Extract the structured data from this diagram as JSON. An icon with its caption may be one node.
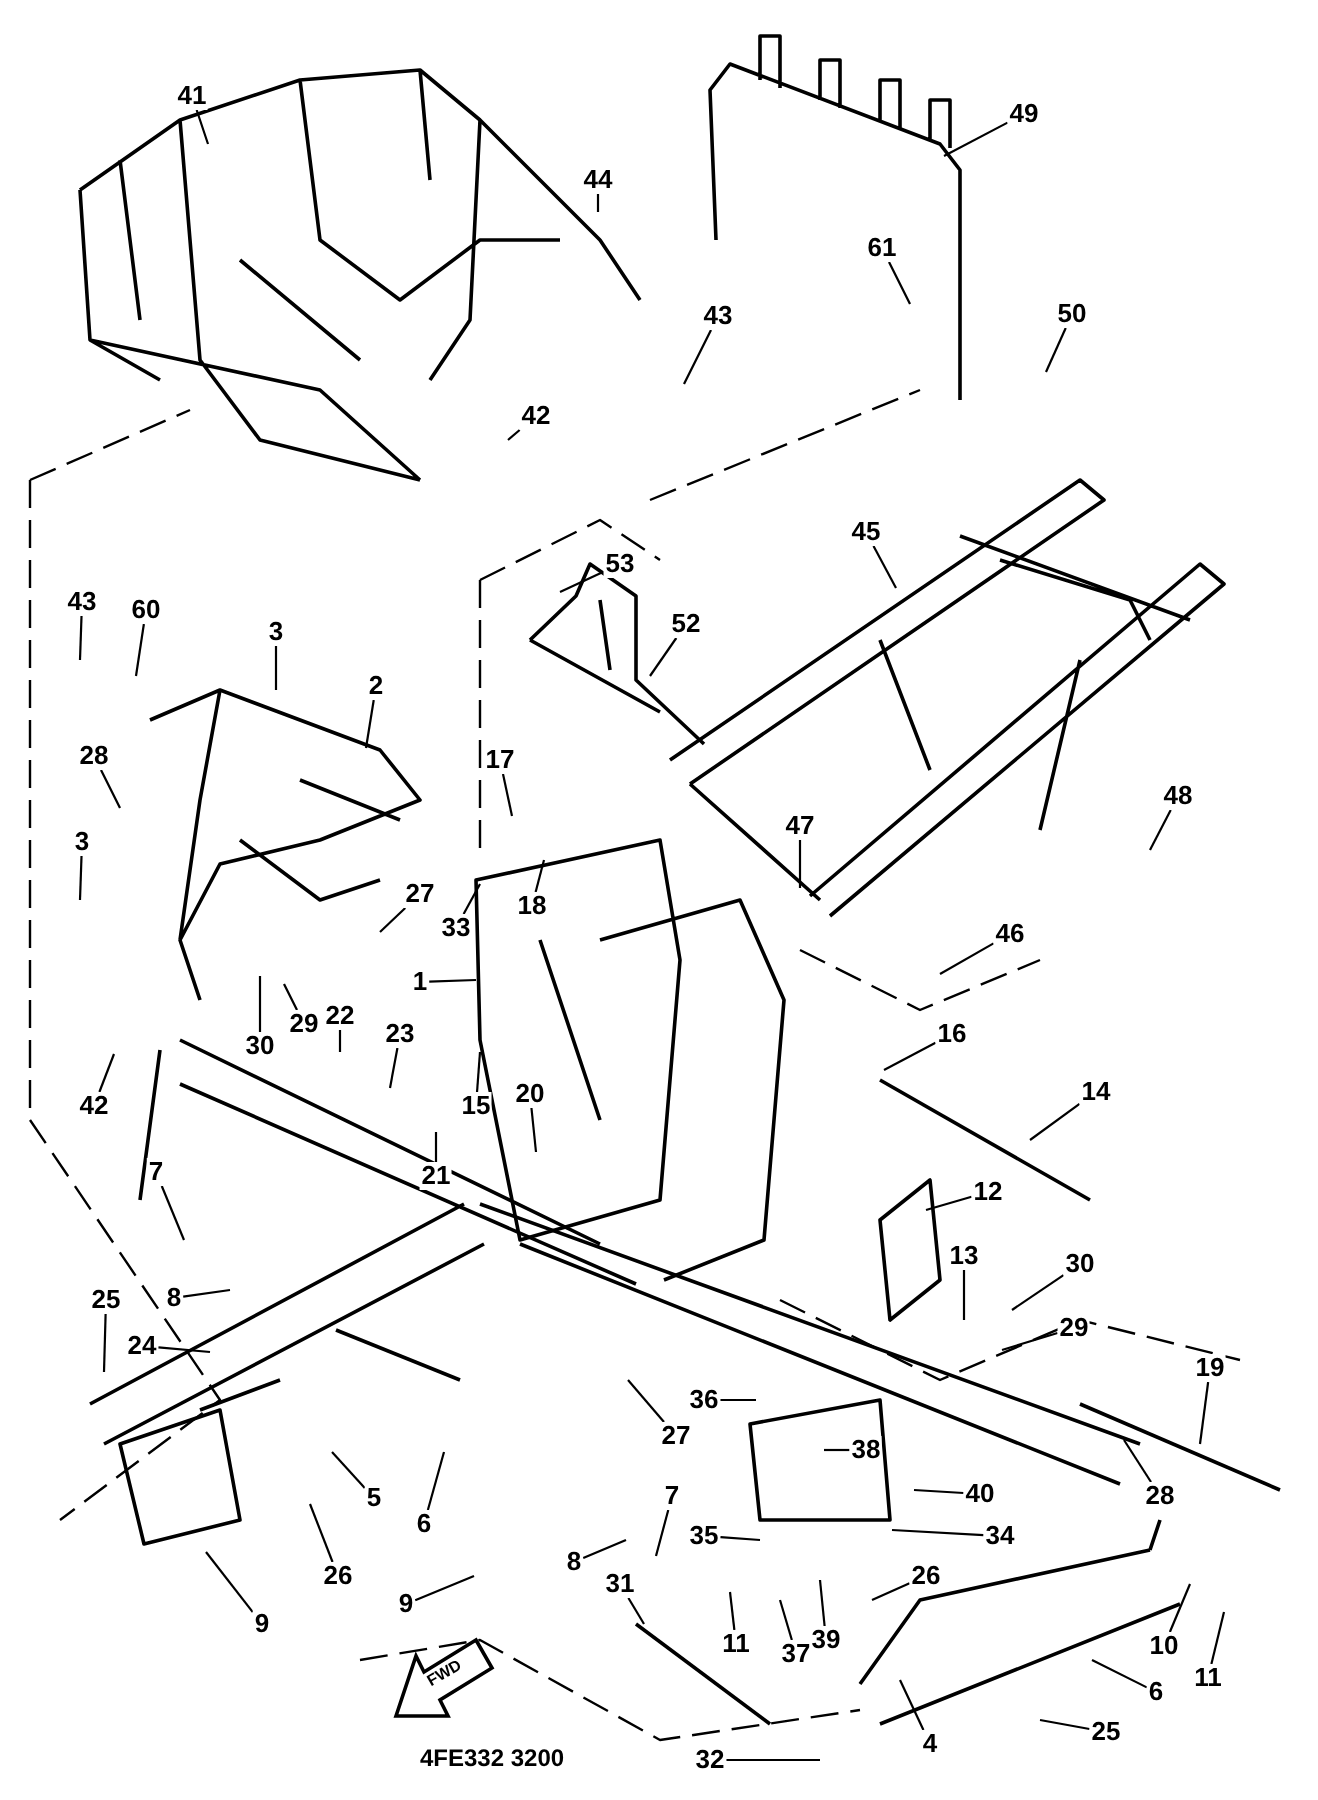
{
  "diagram": {
    "nodes": [
      {
        "text": [
          "41"
        ]
      },
      {
        "text": [
          "44"
        ]
      },
      {
        "text": [
          "43"
        ]
      },
      {
        "text": [
          "49"
        ]
      },
      {
        "text": [
          "61"
        ]
      },
      {
        "text": [
          "50"
        ]
      },
      {
        "text": [
          "42"
        ]
      },
      {
        "text": [
          "45"
        ]
      },
      {
        "text": [
          "53"
        ]
      },
      {
        "text": [
          "52"
        ]
      },
      {
        "text": [
          "43"
        ]
      },
      {
        "text": [
          "60"
        ]
      },
      {
        "text": [
          "3"
        ]
      },
      {
        "text": [
          "2"
        ]
      },
      {
        "text": [
          "28"
        ]
      },
      {
        "text": [
          "17"
        ]
      },
      {
        "text": [
          "3"
        ]
      },
      {
        "text": [
          "27"
        ]
      },
      {
        "text": [
          "33"
        ]
      },
      {
        "text": [
          "18"
        ]
      },
      {
        "text": [
          "1"
        ]
      },
      {
        "text": [
          "47"
        ]
      },
      {
        "text": [
          "48"
        ]
      },
      {
        "text": [
          "46"
        ]
      },
      {
        "text": [
          "30"
        ]
      },
      {
        "text": [
          "29"
        ]
      },
      {
        "text": [
          "22"
        ]
      },
      {
        "text": [
          "23"
        ]
      },
      {
        "text": [
          "42"
        ]
      },
      {
        "text": [
          "15"
        ]
      },
      {
        "text": [
          "20"
        ]
      },
      {
        "text": [
          "21"
        ]
      },
      {
        "text": [
          "16"
        ]
      },
      {
        "text": [
          "14"
        ]
      },
      {
        "text": [
          "12"
        ]
      },
      {
        "text": [
          "13"
        ]
      },
      {
        "text": [
          "30"
        ]
      },
      {
        "text": [
          "29"
        ]
      },
      {
        "text": [
          "7"
        ]
      },
      {
        "text": [
          "8"
        ]
      },
      {
        "text": [
          "24"
        ]
      },
      {
        "text": [
          "25"
        ]
      },
      {
        "text": [
          "5"
        ]
      },
      {
        "text": [
          "6"
        ]
      },
      {
        "text": [
          "26"
        ]
      },
      {
        "text": [
          "9"
        ]
      },
      {
        "text": [
          "8"
        ]
      },
      {
        "text": [
          "9"
        ]
      },
      {
        "text": [
          "31"
        ]
      },
      {
        "text": [
          "27"
        ]
      },
      {
        "text": [
          "36"
        ]
      },
      {
        "text": [
          "38"
        ]
      },
      {
        "text": [
          "40"
        ]
      },
      {
        "text": [
          "34"
        ]
      },
      {
        "text": [
          "7"
        ]
      },
      {
        "text": [
          "35"
        ]
      },
      {
        "text": [
          "11"
        ]
      },
      {
        "text": [
          "37"
        ]
      },
      {
        "text": [
          "39"
        ]
      },
      {
        "text": [
          "26"
        ]
      },
      {
        "text": [
          "19"
        ]
      },
      {
        "text": [
          "28"
        ]
      },
      {
        "text": [
          "10"
        ]
      },
      {
        "text": [
          "11"
        ]
      },
      {
        "text": [
          "6"
        ]
      },
      {
        "text": [
          "25"
        ]
      },
      {
        "text": [
          "4"
        ]
      },
      {
        "text": [
          "32"
        ]
      }
    ],
    "edges": [
      {
        "from": 0,
        "to": null,
        "arrow": "none"
      },
      {
        "from": 1,
        "to": null,
        "arrow": "none"
      },
      {
        "from": 2,
        "to": null,
        "arrow": "none"
      },
      {
        "from": 3,
        "to": null,
        "arrow": "none"
      },
      {
        "from": 4,
        "to": null,
        "arrow": "none"
      },
      {
        "from": 5,
        "to": null,
        "arrow": "none"
      },
      {
        "from": 6,
        "to": null,
        "arrow": "none"
      },
      {
        "from": 7,
        "to": null,
        "arrow": "none"
      },
      {
        "from": 8,
        "to": null,
        "arrow": "none"
      },
      {
        "from": 9,
        "to": null,
        "arrow": "none"
      },
      {
        "from": 10,
        "to": null,
        "arrow": "none"
      },
      {
        "from": 11,
        "to": null,
        "arrow": "none"
      },
      {
        "from": 12,
        "to": null,
        "arrow": "none"
      },
      {
        "from": 13,
        "to": null,
        "arrow": "none"
      },
      {
        "from": 14,
        "to": null,
        "arrow": "none"
      },
      {
        "from": 15,
        "to": null,
        "arrow": "none"
      },
      {
        "from": 16,
        "to": null,
        "arrow": "none"
      },
      {
        "from": 17,
        "to": null,
        "arrow": "none"
      },
      {
        "from": 18,
        "to": null,
        "arrow": "none"
      },
      {
        "from": 19,
        "to": null,
        "arrow": "none"
      },
      {
        "from": 20,
        "to": null,
        "arrow": "none"
      },
      {
        "from": 21,
        "to": null,
        "arrow": "none"
      },
      {
        "from": 22,
        "to": null,
        "arrow": "none"
      },
      {
        "from": 23,
        "to": null,
        "arrow": "none"
      },
      {
        "from": 24,
        "to": null,
        "arrow": "none"
      },
      {
        "from": 25,
        "to": null,
        "arrow": "none"
      },
      {
        "from": 26,
        "to": null,
        "arrow": "none"
      },
      {
        "from": 27,
        "to": null,
        "arrow": "none"
      },
      {
        "from": 28,
        "to": null,
        "arrow": "none"
      },
      {
        "from": 29,
        "to": null,
        "arrow": "none"
      },
      {
        "from": 30,
        "to": null,
        "arrow": "none"
      },
      {
        "from": 31,
        "to": null,
        "arrow": "none"
      },
      {
        "from": 32,
        "to": null,
        "arrow": "none"
      },
      {
        "from": 33,
        "to": null,
        "arrow": "none"
      },
      {
        "from": 34,
        "to": null,
        "arrow": "none"
      },
      {
        "from": 35,
        "to": null,
        "arrow": "none"
      },
      {
        "from": 36,
        "to": null,
        "arrow": "none"
      },
      {
        "from": 37,
        "to": null,
        "arrow": "none"
      },
      {
        "from": 38,
        "to": null,
        "arrow": "none"
      },
      {
        "from": 39,
        "to": null,
        "arrow": "none"
      },
      {
        "from": 40,
        "to": null,
        "arrow": "none"
      },
      {
        "from": 41,
        "to": null,
        "arrow": "none"
      },
      {
        "from": 42,
        "to": null,
        "arrow": "none"
      },
      {
        "from": 43,
        "to": null,
        "arrow": "none"
      },
      {
        "from": 44,
        "to": null,
        "arrow": "none"
      },
      {
        "from": 45,
        "to": null,
        "arrow": "none"
      },
      {
        "from": 46,
        "to": null,
        "arrow": "none"
      },
      {
        "from": 47,
        "to": null,
        "arrow": "none"
      },
      {
        "from": 48,
        "to": null,
        "arrow": "none"
      },
      {
        "from": 49,
        "to": null,
        "arrow": "none"
      },
      {
        "from": 50,
        "to": null,
        "arrow": "none"
      },
      {
        "from": 51,
        "to": null,
        "arrow": "none"
      },
      {
        "from": 52,
        "to": null,
        "arrow": "none"
      },
      {
        "from": 53,
        "to": null,
        "arrow": "none"
      },
      {
        "from": 54,
        "to": null,
        "arrow": "none"
      },
      {
        "from": 55,
        "to": null,
        "arrow": "none"
      },
      {
        "from": 56,
        "to": null,
        "arrow": "none"
      },
      {
        "from": 57,
        "to": null,
        "arrow": "none"
      },
      {
        "from": 58,
        "to": null,
        "arrow": "none"
      },
      {
        "from": 59,
        "to": null,
        "arrow": "none"
      },
      {
        "from": 60,
        "to": null,
        "arrow": "none"
      },
      {
        "from": 61,
        "to": null,
        "arrow": "none"
      },
      {
        "from": 62,
        "to": null,
        "arrow": "none"
      },
      {
        "from": 63,
        "to": null,
        "arrow": "none"
      },
      {
        "from": 64,
        "to": null,
        "arrow": "none"
      },
      {
        "from": 65,
        "to": null,
        "arrow": "none"
      },
      {
        "from": 66,
        "to": null,
        "arrow": "none"
      },
      {
        "from": 67,
        "to": null,
        "arrow": "none"
      }
    ],
    "labels": [
      "FWD",
      "4FE332 3200"
    ]
  }
}
